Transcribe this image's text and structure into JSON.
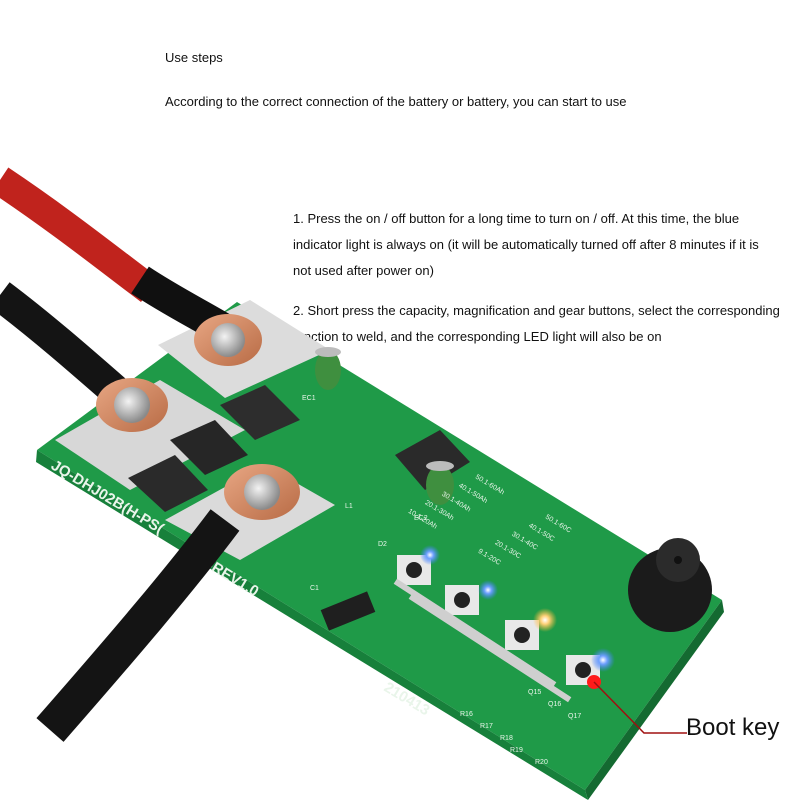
{
  "heading": "Use steps",
  "intro": "According to the correct connection of the battery or battery, you can start to use",
  "steps": [
    "1. Press the on / off button for a long time to turn on / off. At this time, the blue indicator light is always on (it will be automatically turned off after 8 minutes if it is not used after power on)",
    "2. Short press the capacity, magnification and gear buttons, select the corresponding function to weld, and the corresponding LED light will also be on"
  ],
  "board": {
    "model": "JQ-DHJ02B(H-PS(",
    "rev": ")-REV1.0",
    "serial": "210413",
    "capacity_labels": [
      "50.1-60Ah",
      "40.1-50Ah",
      "30.1-40Ah",
      "20.1-30Ah",
      "10.1-20Ah"
    ],
    "rate_labels": [
      "50.1-60C",
      "40.1-50C",
      "30.1-40C",
      "20.1-30C",
      "9.1-20C"
    ],
    "component_labels": [
      "EC1",
      "EC2",
      "L1",
      "D2",
      "C1",
      "R16",
      "R17",
      "R18",
      "R19",
      "R20",
      "Q15",
      "Q16",
      "Q17"
    ]
  },
  "callout": {
    "label": "Boot key",
    "line_color": "#a01010",
    "dot_color": "#ff1a1a"
  },
  "colors": {
    "pcb": "#1f9a48",
    "led_blue": "#3a7bff",
    "led_amber": "#ffb52e"
  }
}
